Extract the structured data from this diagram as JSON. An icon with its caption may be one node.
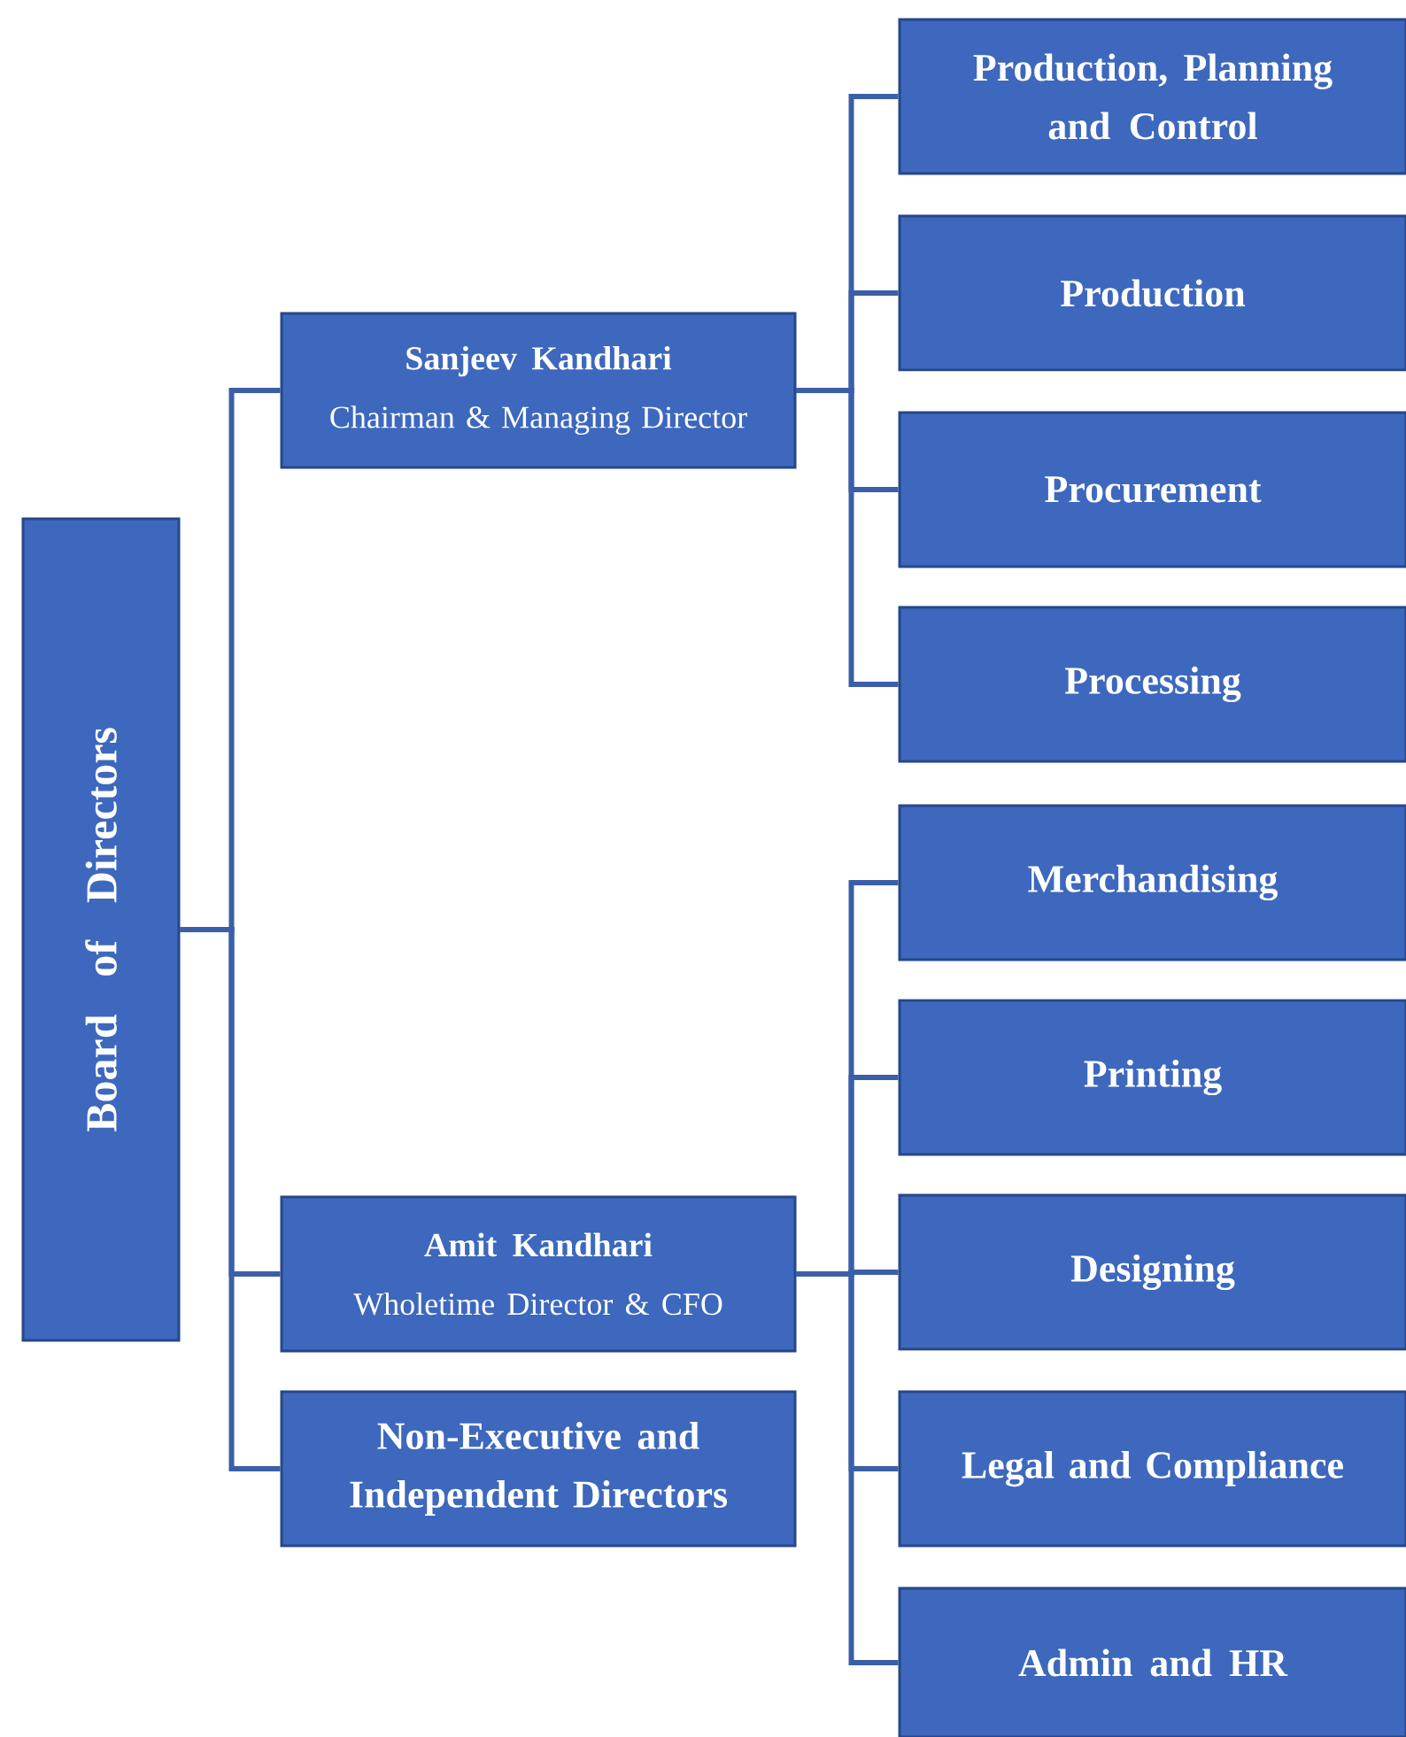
{
  "diagram": {
    "nodes": [
      {
        "text": [
          "Board of Directors"
        ]
      },
      {
        "text": [
          "Sanjeev Kandhari",
          "Chairman & Managing Director"
        ]
      },
      {
        "text": [
          "Production, Planning and Control"
        ]
      },
      {
        "text": [
          "Production"
        ]
      },
      {
        "text": [
          "Procurement"
        ]
      },
      {
        "text": [
          "Processing"
        ]
      },
      {
        "text": [
          "Amit Kandhari",
          "Wholetime Director & CFO"
        ]
      },
      {
        "text": [
          "Non-Executive and Independent Directors"
        ]
      },
      {
        "text": [
          "Merchandising"
        ]
      },
      {
        "text": [
          "Printing"
        ]
      },
      {
        "text": [
          "Designing"
        ]
      },
      {
        "text": [
          "Legal and Compliance"
        ]
      },
      {
        "text": [
          "Admin and HR"
        ]
      }
    ],
    "edges": [
      {
        "from": 0,
        "to": 1,
        "arrow": "none"
      },
      {
        "from": 0,
        "to": 6,
        "arrow": "none"
      },
      {
        "from": 0,
        "to": 7,
        "arrow": "none"
      },
      {
        "from": 1,
        "to": 2,
        "arrow": "none"
      },
      {
        "from": 1,
        "to": 3,
        "arrow": "none"
      },
      {
        "from": 1,
        "to": 4,
        "arrow": "none"
      },
      {
        "from": 1,
        "to": 5,
        "arrow": "none"
      },
      {
        "from": 6,
        "to": 8,
        "arrow": "none"
      },
      {
        "from": 6,
        "to": 9,
        "arrow": "none"
      },
      {
        "from": 6,
        "to": 10,
        "arrow": "none"
      },
      {
        "from": 6,
        "to": 11,
        "arrow": "none"
      },
      {
        "from": 6,
        "to": 12,
        "arrow": "none"
      }
    ]
  }
}
